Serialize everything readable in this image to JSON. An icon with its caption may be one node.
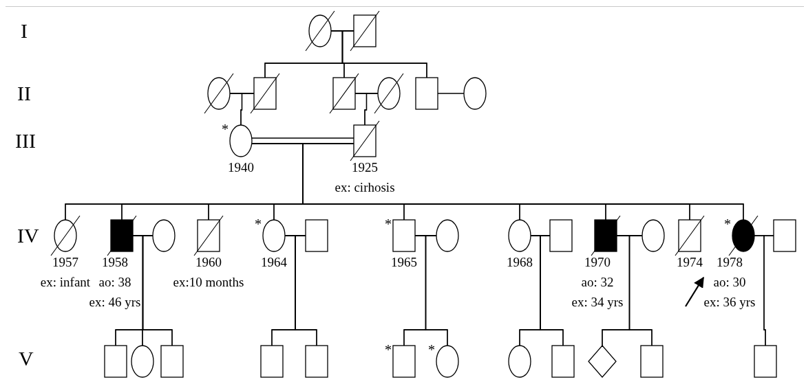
{
  "diagram": {
    "nodes": [
      {
        "text": [],
        "shape": "circle"
      },
      {
        "text": [],
        "shape": "square"
      },
      {
        "text": [],
        "shape": "circle"
      },
      {
        "text": [],
        "shape": "square"
      },
      {
        "text": [],
        "shape": "square"
      },
      {
        "text": [],
        "shape": "circle"
      },
      {
        "text": [],
        "shape": "square"
      },
      {
        "text": [],
        "shape": "circle"
      },
      {
        "text": [],
        "shape": "circle",
        "beside": [
          "*",
          "1940"
        ]
      },
      {
        "text": [],
        "shape": "square",
        "beside": [
          "1925",
          "ex: cirhosis"
        ]
      },
      {
        "text": [],
        "shape": "circle",
        "beside": [
          "1957",
          "ex: infant"
        ]
      },
      {
        "text": [],
        "shape": "square",
        "beside": [
          "1958",
          "ao: 38",
          "ex: 46 yrs"
        ]
      },
      {
        "text": [],
        "shape": "circle"
      },
      {
        "text": [],
        "shape": "square",
        "beside": [
          "1960",
          "ex:10 months"
        ]
      },
      {
        "text": [],
        "shape": "circle",
        "beside": [
          "*",
          "1964"
        ]
      },
      {
        "text": [],
        "shape": "square"
      },
      {
        "text": [],
        "shape": "square",
        "beside": [
          "*",
          "1965"
        ]
      },
      {
        "text": [],
        "shape": "circle"
      },
      {
        "text": [],
        "shape": "circle",
        "beside": [
          "1968"
        ]
      },
      {
        "text": [],
        "shape": "square"
      },
      {
        "text": [],
        "shape": "square",
        "beside": [
          "1970",
          "ao: 32",
          "ex: 34 yrs"
        ]
      },
      {
        "text": [],
        "shape": "circle"
      },
      {
        "text": [],
        "shape": "square",
        "beside": [
          "1974"
        ]
      },
      {
        "text": [],
        "shape": "circle",
        "beside": [
          "*",
          "1978",
          "ao: 30",
          "ex: 36 yrs"
        ]
      },
      {
        "text": [],
        "shape": "square"
      },
      {
        "text": [],
        "shape": "square"
      },
      {
        "text": [],
        "shape": "circle"
      },
      {
        "text": [],
        "shape": "square"
      },
      {
        "text": [],
        "shape": "square"
      },
      {
        "text": [],
        "shape": "square"
      },
      {
        "text": [],
        "shape": "square",
        "beside": [
          "*"
        ]
      },
      {
        "text": [],
        "shape": "circle",
        "beside": [
          "*"
        ]
      },
      {
        "text": [],
        "shape": "circle"
      },
      {
        "text": [],
        "shape": "square"
      },
      {
        "text": [],
        "shape": "diamond"
      },
      {
        "text": [],
        "shape": "square"
      },
      {
        "text": [],
        "shape": "square"
      }
    ],
    "edges": [
      {
        "from": 0,
        "to": 1,
        "arrow": "none"
      },
      {
        "from": 0,
        "to": 3,
        "arrow": "none"
      },
      {
        "from": 1,
        "to": 3,
        "arrow": "none"
      },
      {
        "from": 0,
        "to": 4,
        "arrow": "none"
      },
      {
        "from": 1,
        "to": 4,
        "arrow": "none"
      },
      {
        "from": 0,
        "to": 6,
        "arrow": "none"
      },
      {
        "from": 1,
        "to": 6,
        "arrow": "none"
      },
      {
        "from": 2,
        "to": 3,
        "arrow": "none"
      },
      {
        "from": 4,
        "to": 5,
        "arrow": "none"
      },
      {
        "from": 6,
        "to": 7,
        "arrow": "none"
      },
      {
        "from": 2,
        "to": 8,
        "arrow": "none"
      },
      {
        "from": 3,
        "to": 8,
        "arrow": "none"
      },
      {
        "from": 4,
        "to": 9,
        "arrow": "none"
      },
      {
        "from": 5,
        "to": 9,
        "arrow": "none"
      },
      {
        "from": 8,
        "to": 9,
        "arrow": "none"
      },
      {
        "from": 8,
        "to": 10,
        "arrow": "none"
      },
      {
        "from": 9,
        "to": 10,
        "arrow": "none"
      },
      {
        "from": 8,
        "to": 11,
        "arrow": "none"
      },
      {
        "from": 9,
        "to": 11,
        "arrow": "none"
      },
      {
        "from": 8,
        "to": 13,
        "arrow": "none"
      },
      {
        "from": 9,
        "to": 13,
        "arrow": "none"
      },
      {
        "from": 8,
        "to": 14,
        "arrow": "none"
      },
      {
        "from": 9,
        "to": 14,
        "arrow": "none"
      },
      {
        "from": 8,
        "to": 16,
        "arrow": "none"
      },
      {
        "from": 9,
        "to": 16,
        "arrow": "none"
      },
      {
        "from": 8,
        "to": 18,
        "arrow": "none"
      },
      {
        "from": 9,
        "to": 18,
        "arrow": "none"
      },
      {
        "from": 8,
        "to": 20,
        "arrow": "none"
      },
      {
        "from": 9,
        "to": 20,
        "arrow": "none"
      },
      {
        "from": 8,
        "to": 22,
        "arrow": "none"
      },
      {
        "from": 9,
        "to": 22,
        "arrow": "none"
      },
      {
        "from": 8,
        "to": 23,
        "arrow": "none"
      },
      {
        "from": 9,
        "to": 23,
        "arrow": "none"
      },
      {
        "from": 11,
        "to": 12,
        "arrow": "none"
      },
      {
        "from": 14,
        "to": 15,
        "arrow": "none"
      },
      {
        "from": 16,
        "to": 17,
        "arrow": "none"
      },
      {
        "from": 18,
        "to": 19,
        "arrow": "none"
      },
      {
        "from": 20,
        "to": 21,
        "arrow": "none"
      },
      {
        "from": 23,
        "to": 24,
        "arrow": "none"
      },
      {
        "from": 11,
        "to": 25,
        "arrow": "none"
      },
      {
        "from": 12,
        "to": 25,
        "arrow": "none"
      },
      {
        "from": 11,
        "to": 26,
        "arrow": "none"
      },
      {
        "from": 12,
        "to": 26,
        "arrow": "none"
      },
      {
        "from": 11,
        "to": 27,
        "arrow": "none"
      },
      {
        "from": 12,
        "to": 27,
        "arrow": "none"
      },
      {
        "from": 14,
        "to": 28,
        "arrow": "none"
      },
      {
        "from": 15,
        "to": 28,
        "arrow": "none"
      },
      {
        "from": 14,
        "to": 29,
        "arrow": "none"
      },
      {
        "from": 15,
        "to": 29,
        "arrow": "none"
      },
      {
        "from": 16,
        "to": 30,
        "arrow": "none"
      },
      {
        "from": 17,
        "to": 30,
        "arrow": "none"
      },
      {
        "from": 16,
        "to": 31,
        "arrow": "none"
      },
      {
        "from": 17,
        "to": 31,
        "arrow": "none"
      },
      {
        "from": 18,
        "to": 32,
        "arrow": "none"
      },
      {
        "from": 19,
        "to": 32,
        "arrow": "none"
      },
      {
        "from": 18,
        "to": 33,
        "arrow": "none"
      },
      {
        "from": 19,
        "to": 33,
        "arrow": "none"
      },
      {
        "from": 20,
        "to": 34,
        "arrow": "none"
      },
      {
        "from": 21,
        "to": 34,
        "arrow": "none"
      },
      {
        "from": 20,
        "to": 35,
        "arrow": "none"
      },
      {
        "from": 21,
        "to": 35,
        "arrow": "none"
      },
      {
        "from": 23,
        "to": 36,
        "arrow": "none"
      },
      {
        "from": 24,
        "to": 36,
        "arrow": "none"
      },
      {
        "from": null,
        "to": 23,
        "arrow": "to"
      }
    ],
    "labels": [
      "I",
      "II",
      "III",
      "IV",
      "V"
    ]
  }
}
